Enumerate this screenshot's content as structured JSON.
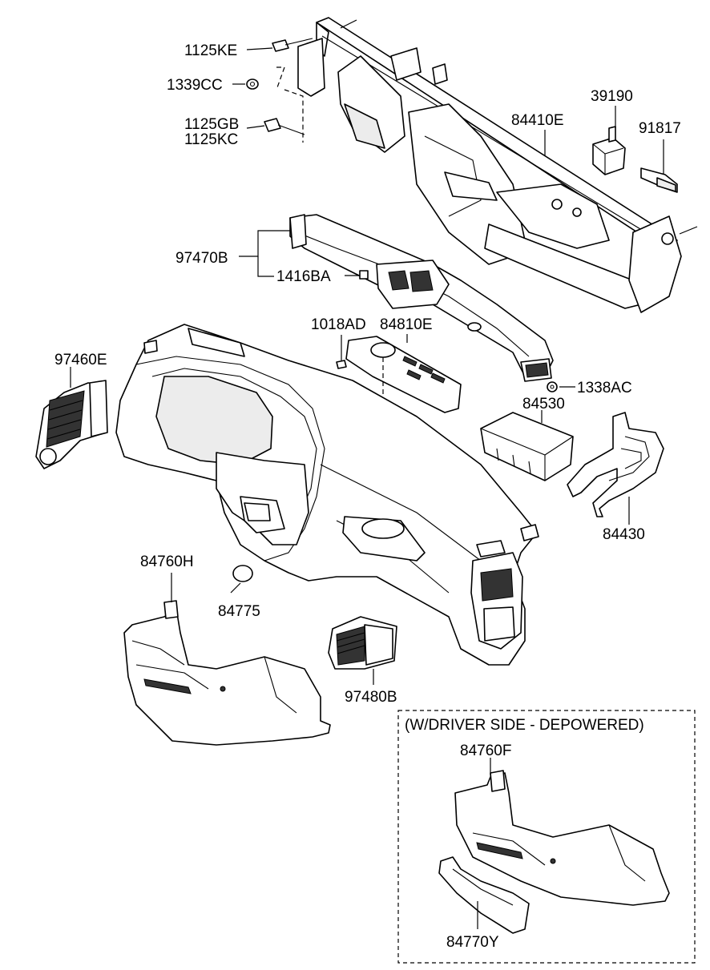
{
  "labels": {
    "p1125KE": "1125KE",
    "p1339CC": "1339CC",
    "p1125GB": "1125GB",
    "p1125KC": "1125KC",
    "p39190": "39190",
    "p84410E": "84410E",
    "p91817": "91817",
    "p97470B": "97470B",
    "p1416BA": "1416BA",
    "p1018AD": "1018AD",
    "p84810E": "84810E",
    "p97460E": "97460E",
    "p1338AC": "1338AC",
    "p84530": "84530",
    "p84430": "84430",
    "p84760H": "84760H",
    "p84775": "84775",
    "p97480B": "97480B",
    "p84760F": "84760F",
    "p84770Y": "84770Y"
  },
  "inset": {
    "title": "(W/DRIVER SIDE - DEPOWERED)"
  }
}
